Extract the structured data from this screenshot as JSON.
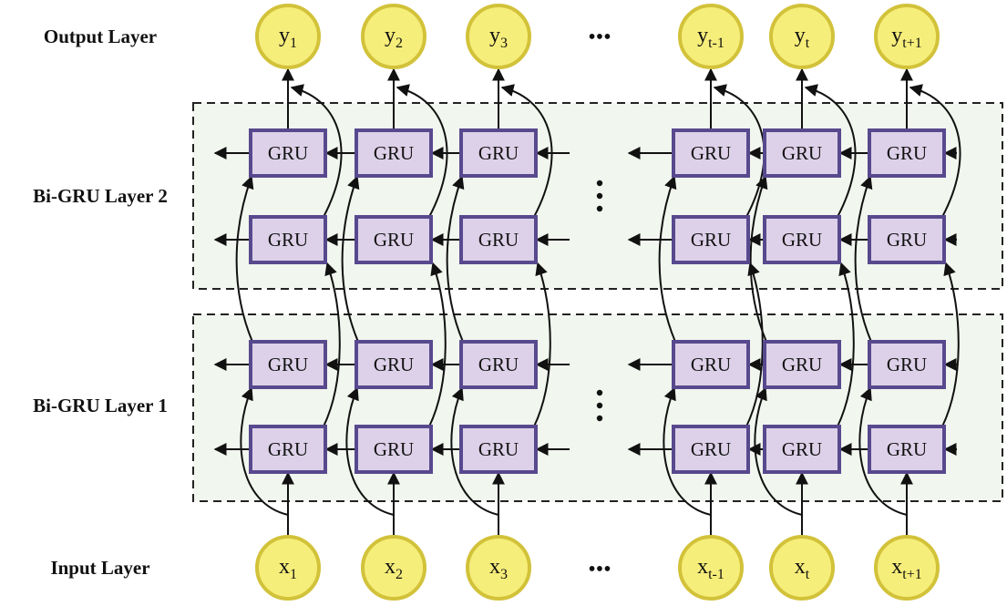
{
  "layers": {
    "output": "Output Layer",
    "bigru2": "Bi-GRU Layer 2",
    "bigru1": "Bi-GRU Layer 1",
    "input": "Input Layer"
  },
  "cell_label": "GRU",
  "ellipsis": "•••",
  "outputs": [
    {
      "base": "y",
      "sub": "1"
    },
    {
      "base": "y",
      "sub": "2"
    },
    {
      "base": "y",
      "sub": "3"
    },
    {
      "base": "y",
      "sub": "t-1"
    },
    {
      "base": "y",
      "sub": "t"
    },
    {
      "base": "y",
      "sub": "t+1"
    }
  ],
  "inputs": [
    {
      "base": "x",
      "sub": "1"
    },
    {
      "base": "x",
      "sub": "2"
    },
    {
      "base": "x",
      "sub": "3"
    },
    {
      "base": "x",
      "sub": "t-1"
    },
    {
      "base": "x",
      "sub": "t"
    },
    {
      "base": "x",
      "sub": "t+1"
    }
  ],
  "colors": {
    "node_fill": "#f6ee7a",
    "node_stroke": "#d2c23a",
    "gru_fill": "#ddd1e9",
    "gru_stroke": "#58498e",
    "layer_fill": "#f1f6ee"
  }
}
